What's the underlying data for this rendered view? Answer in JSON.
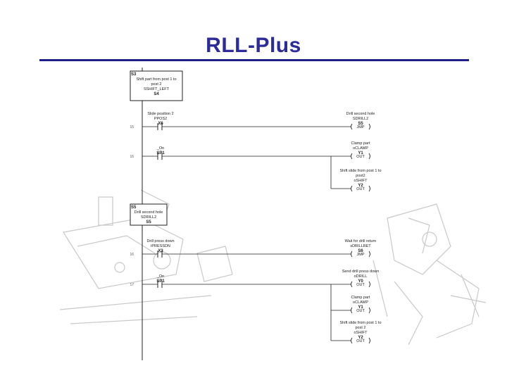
{
  "title": "RLL-Plus",
  "colors": {
    "title": "#2b2b9a",
    "rule": "#1f1f8c",
    "ink": "#222222",
    "watermark": "#c9c9c9"
  },
  "stages": [
    {
      "tag": "S3",
      "lines": [
        "Shift part from post 1 to",
        "post 2",
        "SSHIFT_LEFT",
        "S4"
      ]
    },
    {
      "tag": "S5",
      "lines": [
        "Drill second hole",
        "SDRILL2",
        "S5"
      ]
    }
  ],
  "rungs": [
    {
      "num": "15",
      "contact": {
        "lines": [
          "Slide position 2",
          "PPOS2",
          "X6"
        ]
      },
      "coils": [
        {
          "lines": [
            "Drill second hole",
            "SDRILL2",
            "S5",
            "JMP"
          ]
        }
      ]
    },
    {
      "num": "16",
      "contact": {
        "lines": [
          "_On",
          "SP1"
        ]
      },
      "coils": [
        {
          "lines": [
            "Clamp part",
            "oCLAMP",
            "Y1",
            "OUT"
          ]
        },
        {
          "lines": [
            "Shift slide from post 1 to",
            "post2",
            "oSHIFT",
            "Y2",
            "OUT"
          ]
        }
      ]
    },
    {
      "num": "16",
      "contact": {
        "lines": [
          "Drill press down",
          "iPRESSDN",
          "X3"
        ]
      },
      "coils": [
        {
          "lines": [
            "Wait for drill return",
            "sDRILLRET",
            "S6",
            "JMP"
          ]
        }
      ]
    },
    {
      "num": "17",
      "contact": {
        "lines": [
          "_On",
          "SP1"
        ]
      },
      "coils": [
        {
          "lines": [
            "Send drill press down",
            "oDRILL",
            "Y0",
            "OUT"
          ]
        },
        {
          "lines": [
            "Clamp part",
            "oCLAMP",
            "Y1",
            "OUT"
          ]
        },
        {
          "lines": [
            "Shift slide from post 1 to",
            "post 2",
            "oSHIFT",
            "Y2",
            "OUT"
          ]
        }
      ]
    }
  ]
}
